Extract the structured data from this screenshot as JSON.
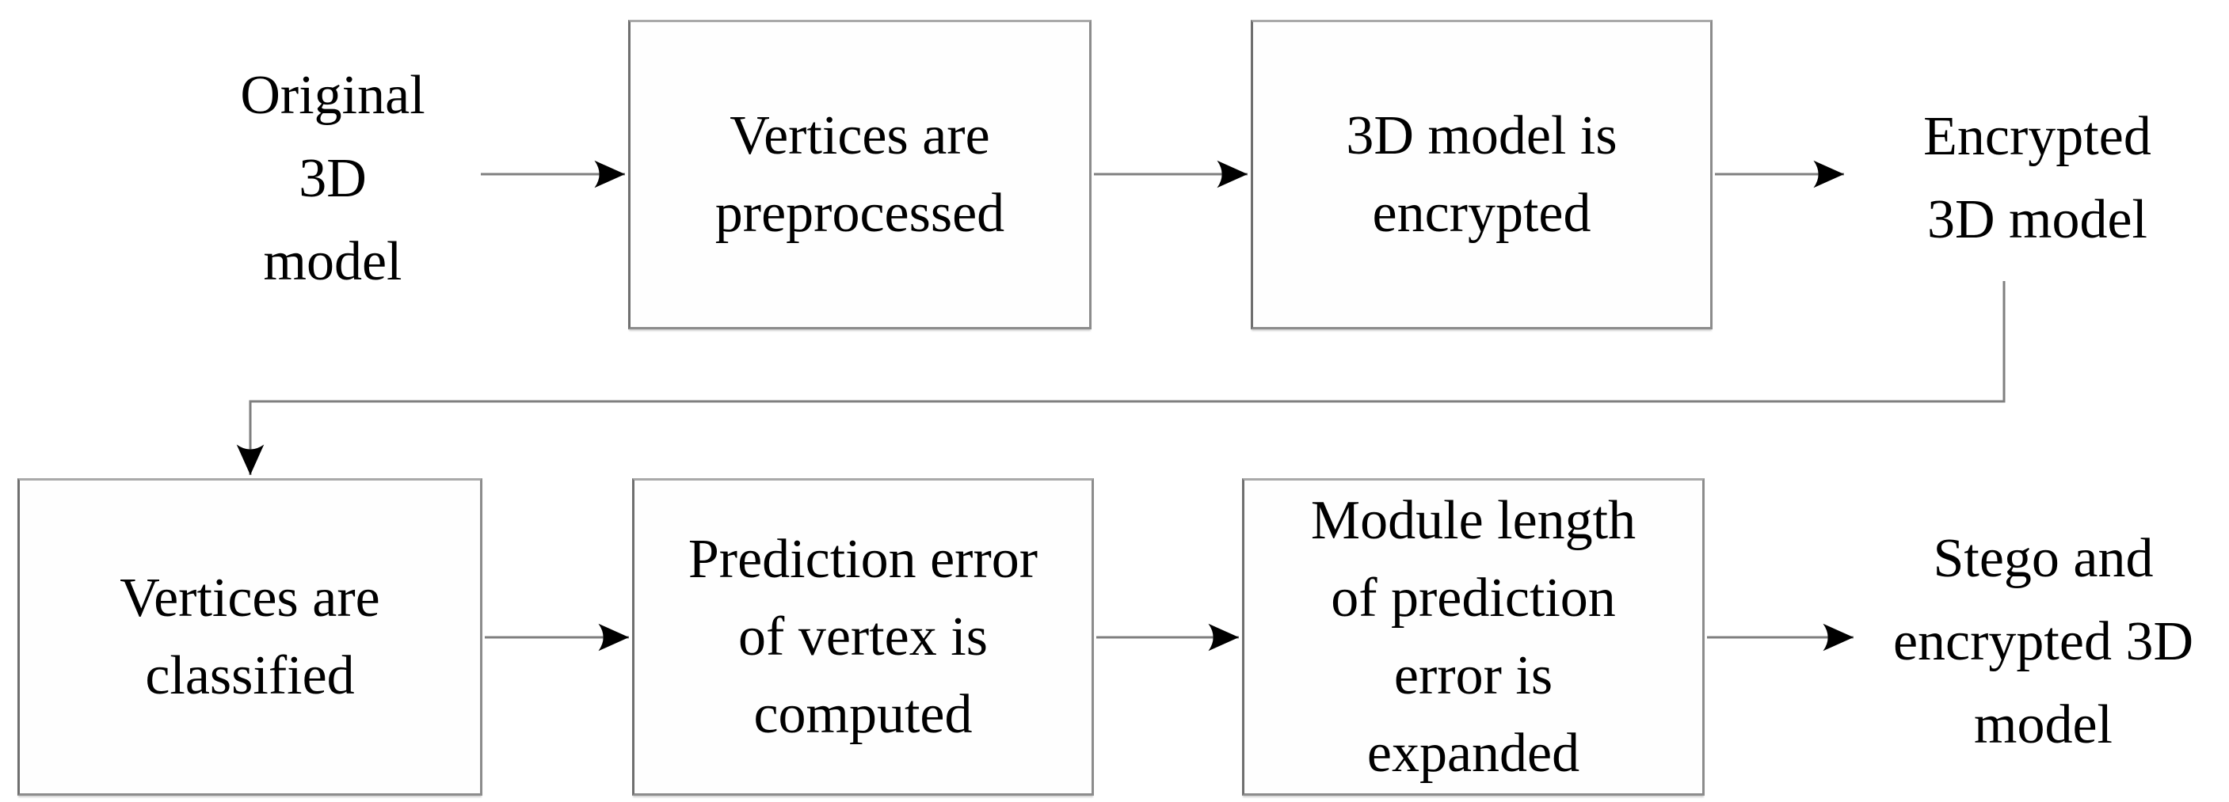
{
  "diagram": {
    "background_color": "#ffffff",
    "text_color": "#000000",
    "line_color": "#7f7f7f",
    "arrowhead_color": "#000000",
    "box_border_color": "#8c8c8c",
    "nodes": [
      {
        "id": "original-3d-model",
        "kind": "label",
        "text": "Original\n3D\nmodel"
      },
      {
        "id": "vertices-preprocessed",
        "kind": "box",
        "text": "Vertices are\npreprocessed"
      },
      {
        "id": "3d-model-encrypted",
        "kind": "box",
        "text": "3D model is\nencrypted"
      },
      {
        "id": "encrypted-3d-model",
        "kind": "label",
        "text": "Encrypted\n3D model"
      },
      {
        "id": "vertices-classified",
        "kind": "box",
        "text": "Vertices are\nclassified"
      },
      {
        "id": "prediction-error-computed",
        "kind": "box",
        "text": "Prediction error\nof vertex is\ncomputed"
      },
      {
        "id": "module-length-expanded",
        "kind": "box",
        "text": "Module length\nof prediction\nerror is\nexpanded"
      },
      {
        "id": "stego-encrypted-3d-model",
        "kind": "label",
        "text": "Stego and\nencrypted 3D\nmodel"
      }
    ],
    "edges": [
      {
        "from": "original-3d-model",
        "to": "vertices-preprocessed"
      },
      {
        "from": "vertices-preprocessed",
        "to": "3d-model-encrypted"
      },
      {
        "from": "3d-model-encrypted",
        "to": "encrypted-3d-model"
      },
      {
        "from": "encrypted-3d-model",
        "to": "vertices-classified"
      },
      {
        "from": "vertices-classified",
        "to": "prediction-error-computed"
      },
      {
        "from": "prediction-error-computed",
        "to": "module-length-expanded"
      },
      {
        "from": "module-length-expanded",
        "to": "stego-encrypted-3d-model"
      }
    ]
  }
}
